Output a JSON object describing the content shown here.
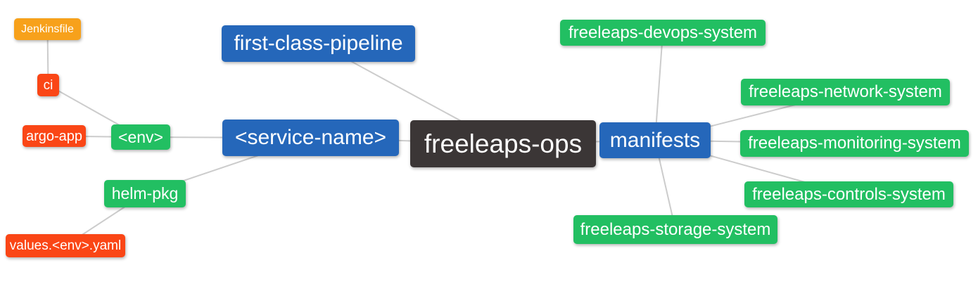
{
  "diagram": {
    "title": "freeleaps-ops mind map",
    "root": "freeleaps-ops",
    "colors": {
      "blue": "#2567BA",
      "green": "#22BF62",
      "red": "#FA4616",
      "orange": "#F7A11B",
      "dark": "#3B3636",
      "edge": "#CCCCCC"
    },
    "nodes": {
      "jenkinsfile": {
        "label": "Jenkinsfile",
        "color": "orange"
      },
      "ci": {
        "label": "ci",
        "color": "red"
      },
      "argo_app": {
        "label": "argo-app",
        "color": "red"
      },
      "env": {
        "label": "<env>",
        "color": "green"
      },
      "helm_pkg": {
        "label": "helm-pkg",
        "color": "green"
      },
      "values_yaml": {
        "label": "values.<env>.yaml",
        "color": "red"
      },
      "first_class_pipeline": {
        "label": "first-class-pipeline",
        "color": "blue"
      },
      "service_name": {
        "label": "<service-name>",
        "color": "blue"
      },
      "freeleaps_ops": {
        "label": "freeleaps-ops",
        "color": "dark"
      },
      "manifests": {
        "label": "manifests",
        "color": "blue"
      },
      "devops_system": {
        "label": "freeleaps-devops-system",
        "color": "green"
      },
      "network_system": {
        "label": "freeleaps-network-system",
        "color": "green"
      },
      "monitoring_system": {
        "label": "freeleaps-monitoring-system",
        "color": "green"
      },
      "controls_system": {
        "label": "freeleaps-controls-system",
        "color": "green"
      },
      "storage_system": {
        "label": "freeleaps-storage-system",
        "color": "green"
      }
    },
    "edges": [
      {
        "from": "jenkinsfile",
        "to": "ci"
      },
      {
        "from": "ci",
        "to": "env"
      },
      {
        "from": "argo_app",
        "to": "env"
      },
      {
        "from": "env",
        "to": "service_name"
      },
      {
        "from": "helm_pkg",
        "to": "service_name"
      },
      {
        "from": "values_yaml",
        "to": "helm_pkg"
      },
      {
        "from": "first_class_pipeline",
        "to": "freeleaps_ops"
      },
      {
        "from": "service_name",
        "to": "freeleaps_ops"
      },
      {
        "from": "freeleaps_ops",
        "to": "manifests"
      },
      {
        "from": "manifests",
        "to": "devops_system"
      },
      {
        "from": "manifests",
        "to": "network_system"
      },
      {
        "from": "manifests",
        "to": "monitoring_system"
      },
      {
        "from": "manifests",
        "to": "controls_system"
      },
      {
        "from": "manifests",
        "to": "storage_system"
      }
    ]
  }
}
